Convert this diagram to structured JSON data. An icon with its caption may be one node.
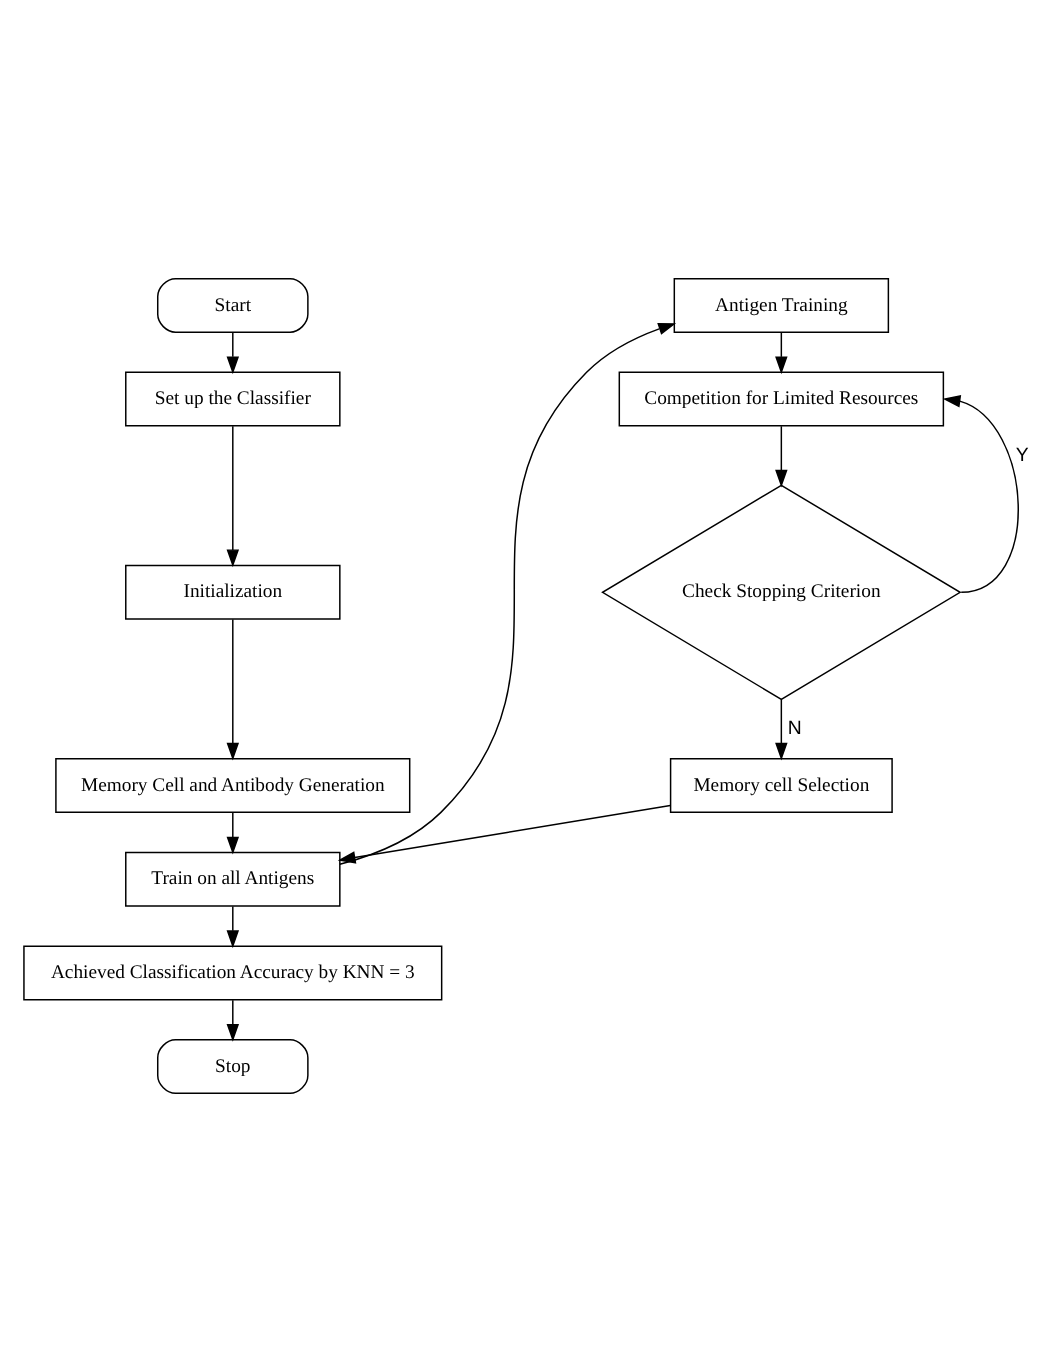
{
  "diagram": {
    "nodes": [
      {
        "text": [
          "Start"
        ]
      },
      {
        "text": [
          "Set up the Classifier"
        ]
      },
      {
        "text": [
          "Initialization"
        ]
      },
      {
        "text": [
          "Memory Cell and Antibody Generation"
        ]
      },
      {
        "text": [
          "Train on all Antigens"
        ]
      },
      {
        "text": [
          "Achieved Classification Accuracy by KNN = 3"
        ]
      },
      {
        "text": [
          "Stop"
        ]
      },
      {
        "text": [
          "Antigen Training"
        ]
      },
      {
        "text": [
          "Competition for Limited Resources"
        ]
      },
      {
        "text": [
          "Check Stopping Criterion"
        ]
      },
      {
        "text": [
          "Memory cell Selection"
        ]
      }
    ],
    "edges": [
      {
        "from": 0,
        "to": 1,
        "arrow": "to"
      },
      {
        "from": 1,
        "to": 2,
        "arrow": "to"
      },
      {
        "from": 2,
        "to": 3,
        "arrow": "to"
      },
      {
        "from": 3,
        "to": 4,
        "arrow": "to"
      },
      {
        "from": 4,
        "to": 5,
        "arrow": "to"
      },
      {
        "from": 5,
        "to": 6,
        "arrow": "to"
      },
      {
        "from": 4,
        "to": 7,
        "arrow": "to"
      },
      {
        "from": 7,
        "to": 8,
        "arrow": "to"
      },
      {
        "from": 8,
        "to": 9,
        "arrow": "to"
      },
      {
        "from": 9,
        "to": 8,
        "arrow": "to",
        "label": "Y"
      },
      {
        "from": 9,
        "to": 10,
        "arrow": "to",
        "label": "N"
      },
      {
        "from": 10,
        "to": 4,
        "arrow": "to"
      }
    ]
  }
}
